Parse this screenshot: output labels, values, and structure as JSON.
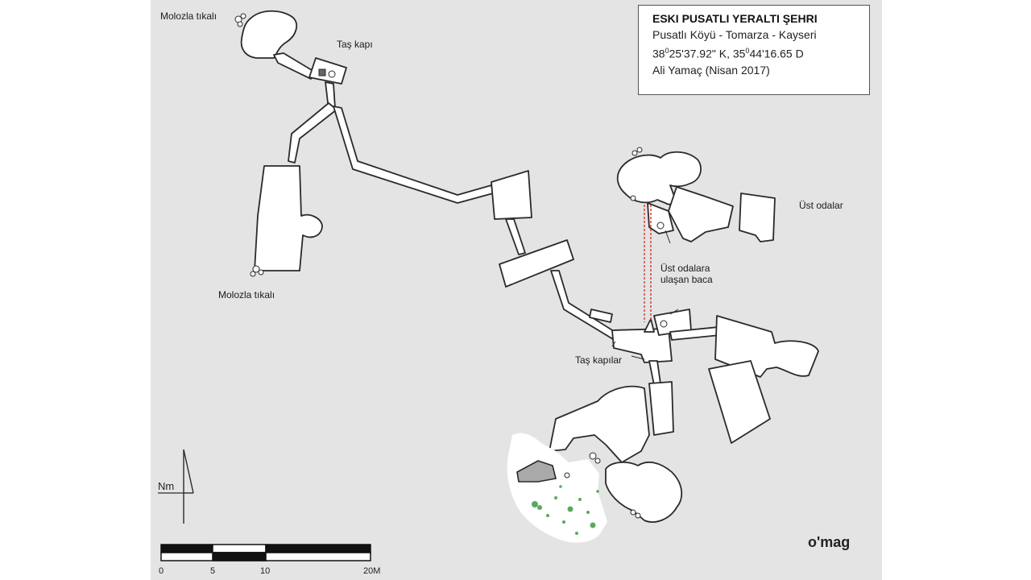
{
  "title_box": {
    "title": "ESKI PUSATLI YERALTI ŞEHRI",
    "location": "Pusatlı Köyü - Tomarza - Kayseri",
    "coord_lat_deg": "38",
    "coord_lat_rest": "25'37.92\" K, 35",
    "coord_lon_rest": "44'16.65 D",
    "coord_deg_mark": "0",
    "author": "Ali Yamaç (Nisan 2017)"
  },
  "labels": {
    "molozla_top": "Molozla tıkalı",
    "tas_kapi": "Taş kapı",
    "molozla_left": "Molozla tıkalı",
    "ust_odalar": "Üst odalar",
    "baca_line1": "Üst odalara",
    "baca_line2": "ulaşan baca",
    "tas_kapilar": "Taş kapılar"
  },
  "north": {
    "label": "Nm"
  },
  "scale": {
    "ticks": [
      "0",
      "5",
      "10",
      "20M"
    ]
  },
  "brand": "o'mag",
  "colors": {
    "panel_bg": "#e4e4e4",
    "chamber_fill": "#ffffff",
    "outline": "#2a2a2a",
    "shaft_red": "#d9362b",
    "vegetation_green": "#3f9a46",
    "rock_gray": "#a9a9a9"
  }
}
